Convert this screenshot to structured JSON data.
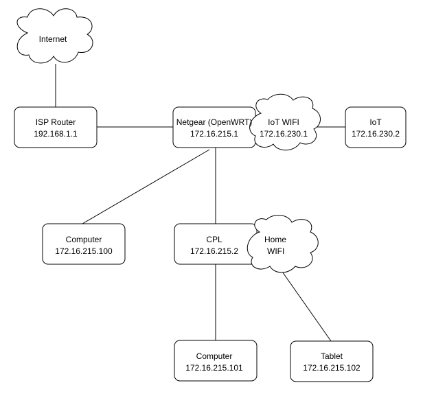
{
  "diagram": {
    "internet": {
      "label": "Internet"
    },
    "isp_router": {
      "name": "ISP Router",
      "ip": "192.168.1.1"
    },
    "netgear": {
      "name": "Netgear (OpenWRT)",
      "ip": "172.16.215.1"
    },
    "iot_wifi": {
      "name": "IoT WIFI",
      "ip": "172.16.230.1"
    },
    "iot": {
      "name": "IoT",
      "ip": "172.16.230.2"
    },
    "computer_100": {
      "name": "Computer",
      "ip": "172.16.215.100"
    },
    "cpl": {
      "name": "CPL",
      "ip": "172.16.215.2"
    },
    "home_wifi": {
      "line1": "Home",
      "line2": "WIFI"
    },
    "computer_101": {
      "name": "Computer",
      "ip": "172.16.215.101"
    },
    "tablet": {
      "name": "Tablet",
      "ip": "172.16.215.102"
    }
  }
}
